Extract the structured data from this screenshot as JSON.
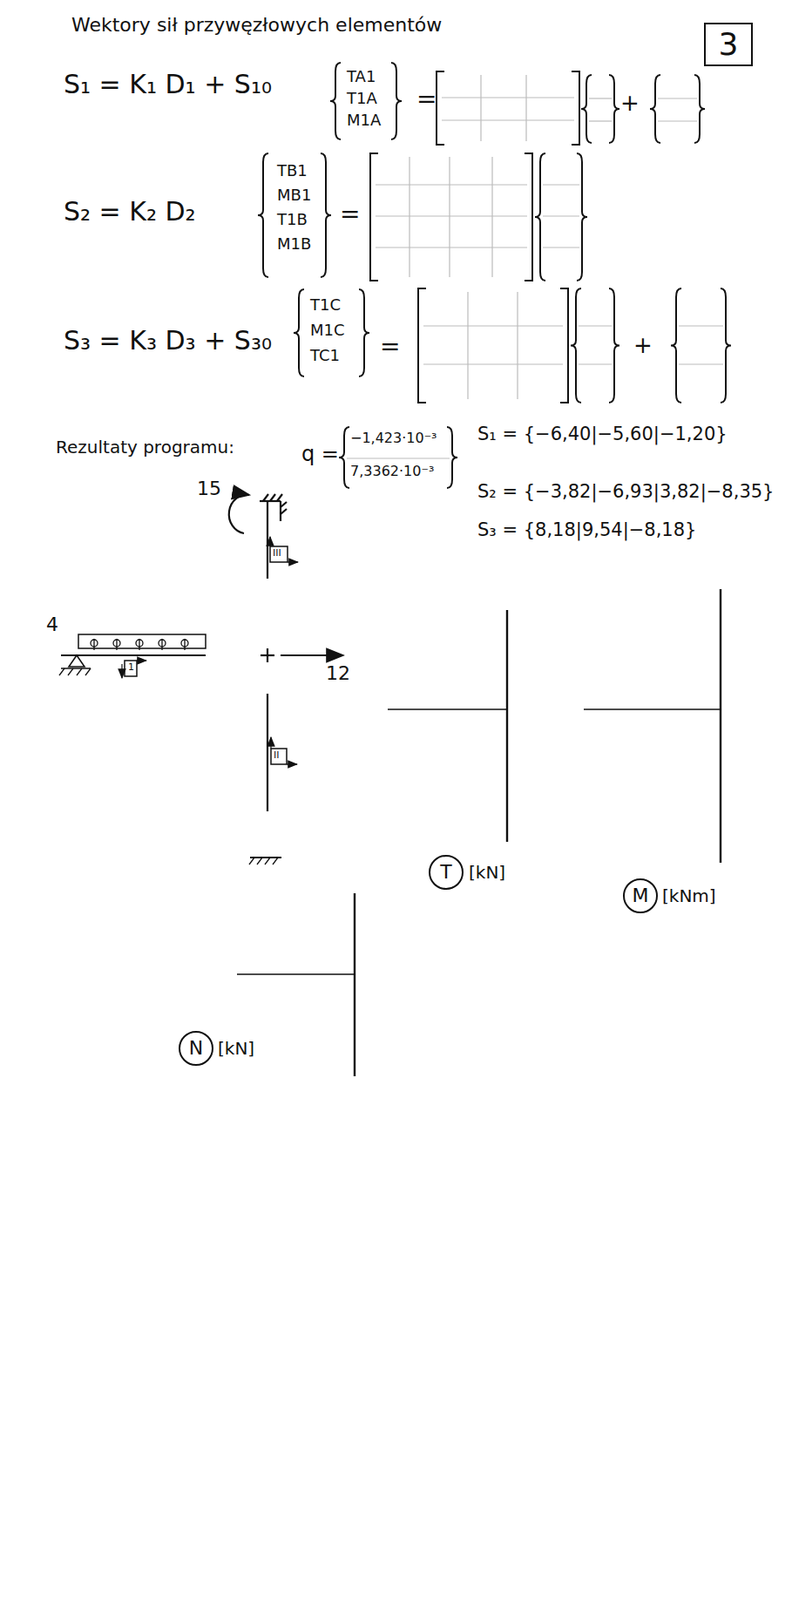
{
  "diagram": {
    "title": "Wektory sił przywęzłowych elementów",
    "nodes": [
      {
        "text": [
          "3"
        ]
      },
      {
        "text": [
          "T"
        ]
      },
      {
        "text": [
          "M"
        ]
      },
      {
        "text": [
          "N"
        ]
      }
    ],
    "labels": [
      "S₁ = K₁ D₁ + S₁₀",
      "TA1",
      "T1A",
      "M1A",
      "=",
      "+",
      "S₂ = K₂ D₂",
      "TB1",
      "MB1",
      "T1B",
      "M1B",
      "=",
      "S₃ = K₃ D₃ + S₃₀",
      "T1C",
      "M1C",
      "TC1",
      "=",
      "+",
      "Rezultaty programu:",
      "q =",
      "−1,423·10⁻³",
      "7,3362·10⁻³",
      "S₁ = {−6,40|−5,60|−1,20}",
      "S₂ = {−3,82|−6,93|3,82|−8,35}",
      "S₃ = {8,18|9,54|−8,18}",
      "15",
      "III",
      "4",
      "1",
      "12",
      "II",
      "[kN]",
      "[kNm]",
      "[kN]"
    ]
  }
}
